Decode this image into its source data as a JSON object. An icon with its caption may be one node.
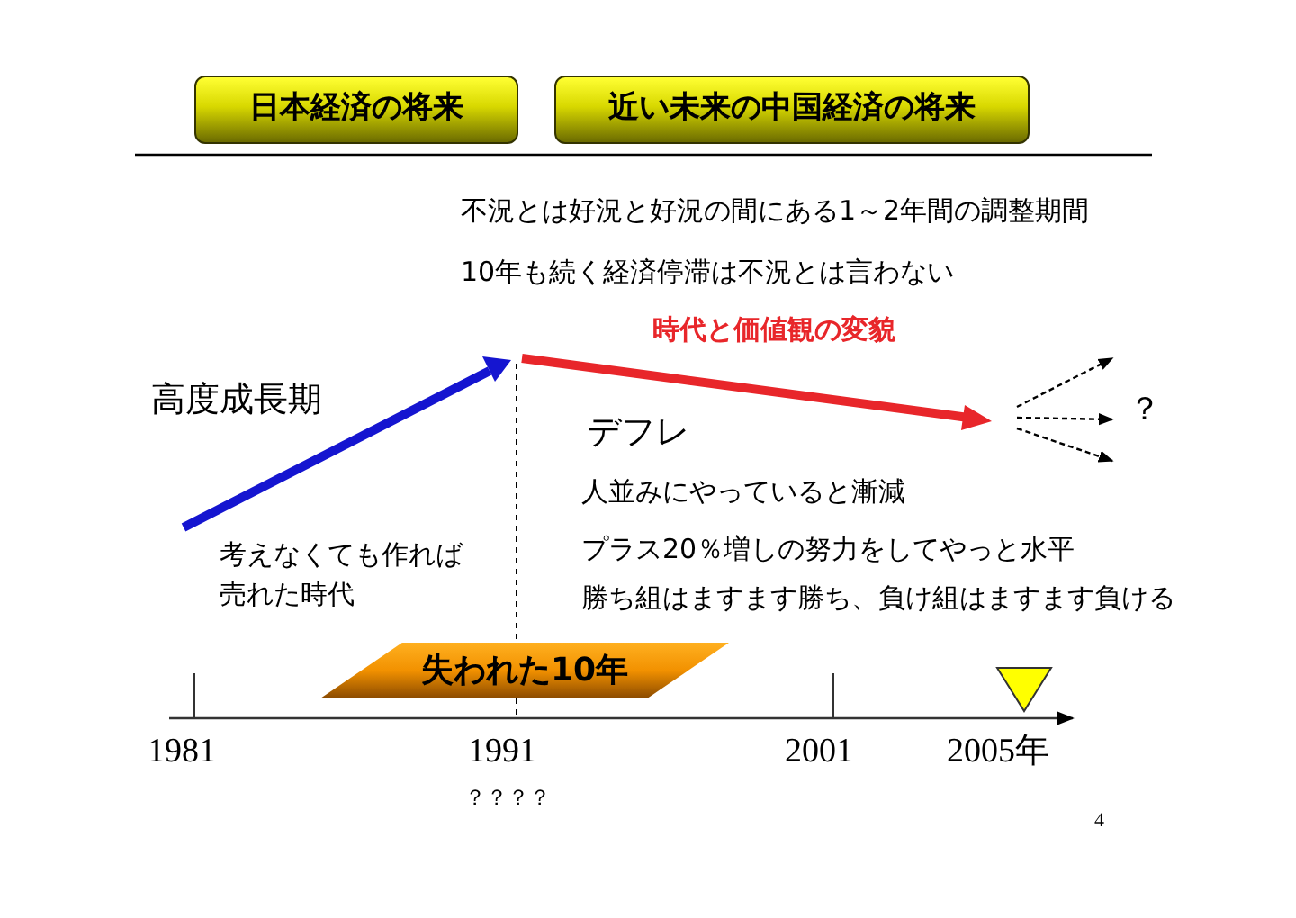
{
  "diagram": {
    "nodes": [
      {
        "text": [
          "日本経済の将来"
        ]
      },
      {
        "text": [
          "近い未来の中国経済の将来"
        ]
      },
      {
        "text": [
          "？"
        ]
      },
      {
        "text": [
          "失われた10年"
        ]
      }
    ],
    "edges": [
      {
        "from": null,
        "to": 2,
        "arrow": "to",
        "style": "dashed"
      },
      {
        "from": null,
        "to": 2,
        "arrow": "to",
        "style": "dashed"
      },
      {
        "from": null,
        "to": 2,
        "arrow": "to",
        "style": "dashed"
      }
    ],
    "labels": [
      "不況とは好況と好況の間にある1～2年間の調整期間",
      "10年も続く経済停滞は不況とは言わない",
      "時代と価値観の変貌",
      "高度成長期",
      "デフレ",
      "人並みにやっていると漸減",
      "考えなくても作れば売れた時代",
      "プラス20％増しの努力をしてやっと水平",
      "勝ち組はますます勝ち、負け組はますます負ける",
      "1981",
      "1991",
      "2001",
      "2005年",
      "？？？？",
      "4"
    ]
  }
}
